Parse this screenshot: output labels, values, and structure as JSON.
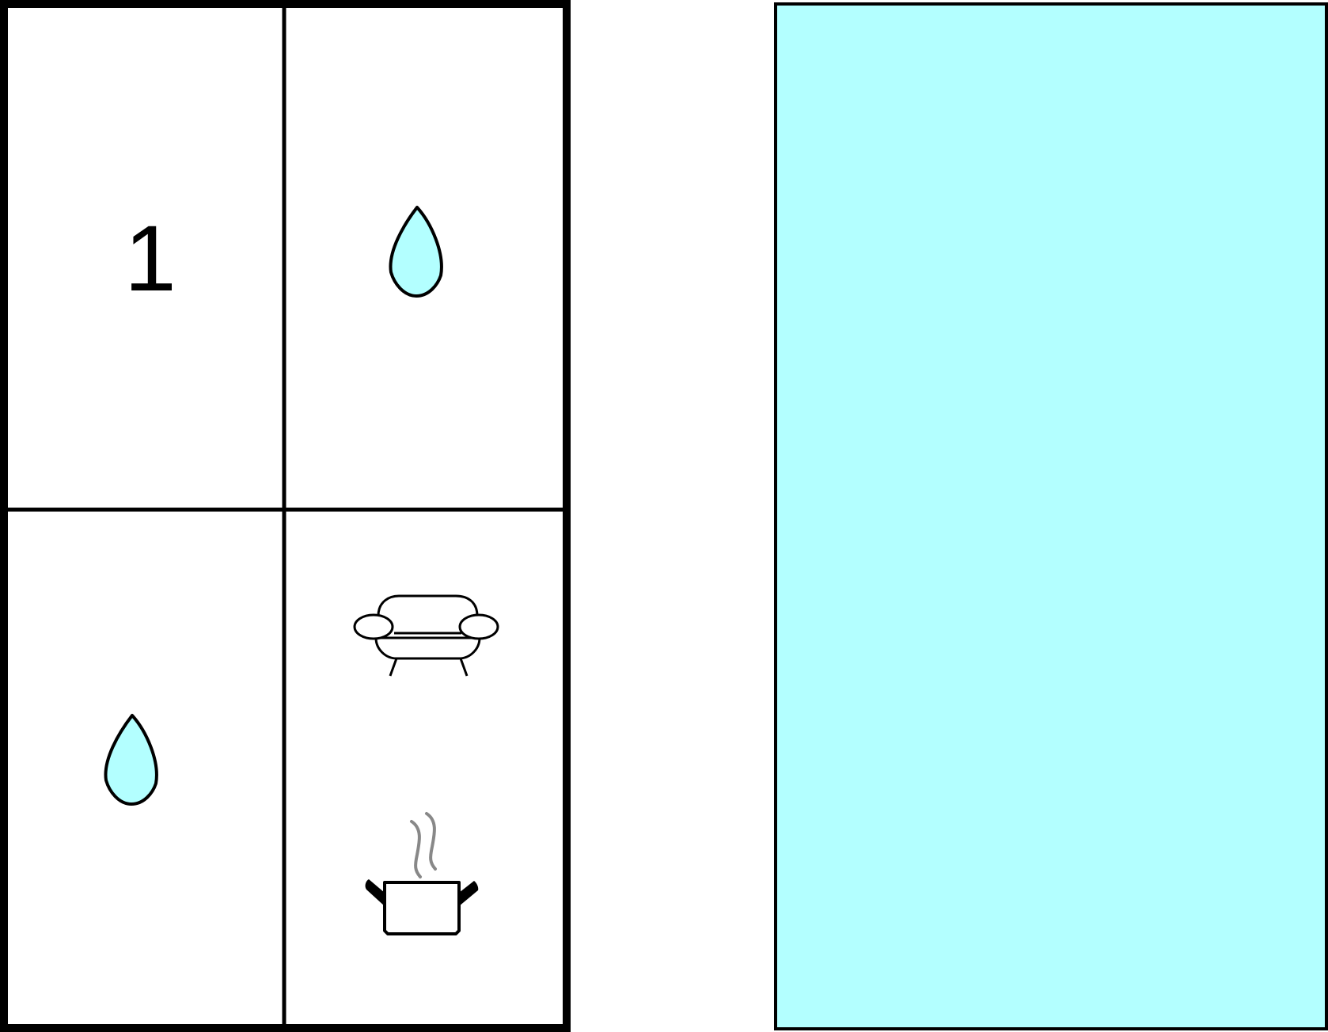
{
  "floorplan": {
    "room_number": "1",
    "colors": {
      "water_fill": "#b3ffff",
      "outline": "#000000",
      "steam": "#888888",
      "background": "#ffffff"
    },
    "cells": [
      {
        "position": "top-left",
        "content": "room-number"
      },
      {
        "position": "top-right",
        "icon": "water-drop-icon"
      },
      {
        "position": "bottom-left",
        "icon": "water-drop-icon"
      },
      {
        "position": "bottom-right",
        "icons": [
          "sofa-icon",
          "cooking-pot-icon"
        ]
      }
    ],
    "adjacent_area": {
      "fill": "#b3ffff",
      "icon": "water-area"
    }
  }
}
